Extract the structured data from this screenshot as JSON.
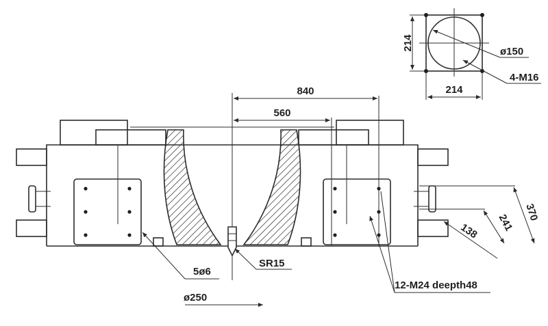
{
  "top_view": {
    "width_label": "214",
    "height_label": "214",
    "diameter_label": "ø150",
    "holes_label": "4-M16"
  },
  "front_view": {
    "outer_dim_label": "840",
    "inner_dim_label": "560",
    "dim_370": "370",
    "dim_241": "241",
    "dim_138": "138",
    "slot_label": "5ø6",
    "tip_label": "SR15",
    "bore_label": "ø250",
    "thread_label": "12-M24 deepth48"
  }
}
